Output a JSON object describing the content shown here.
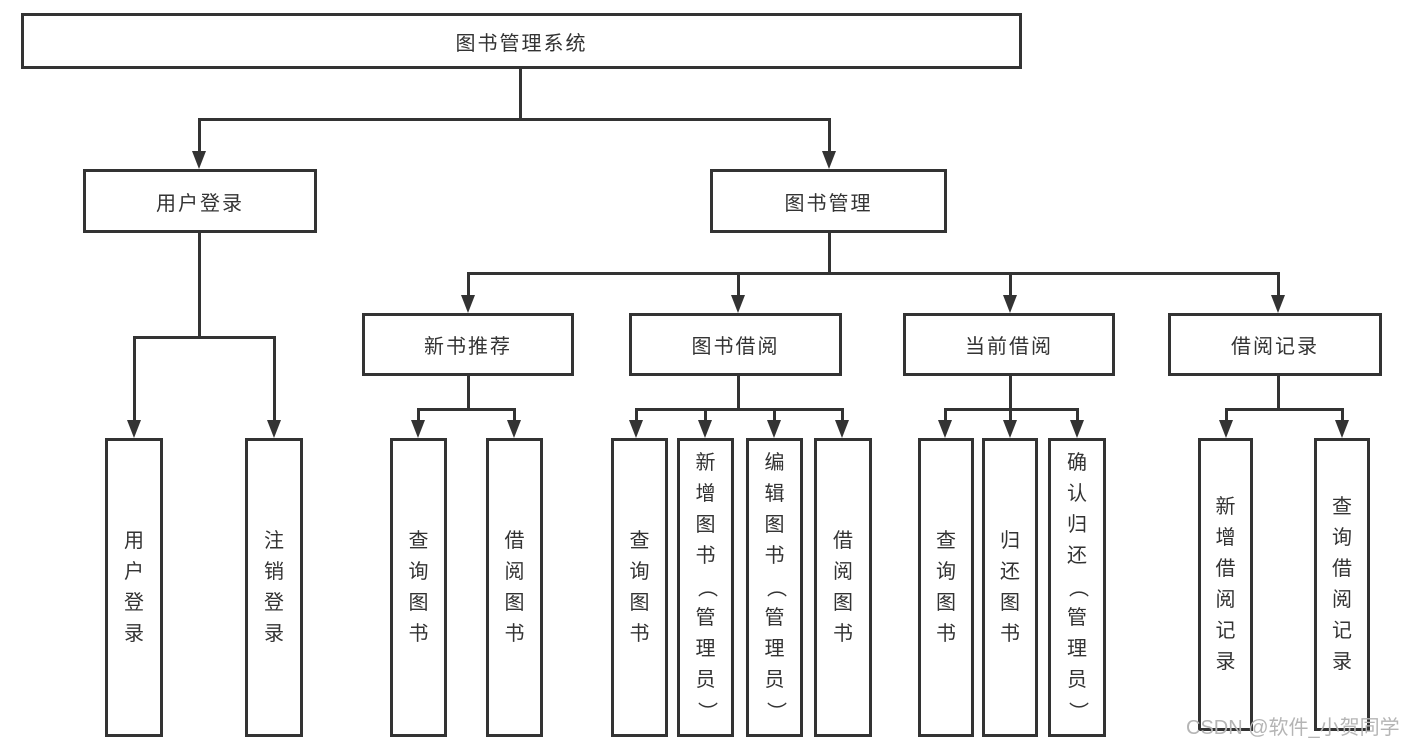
{
  "watermark": "CSDN @软件_小贺同学",
  "colors": {
    "line": "#333333",
    "text": "#333333",
    "watermark": "#b5b5b5",
    "background": "#ffffff"
  },
  "nodes": {
    "root": "图书管理系统",
    "userLogin": "用户登录",
    "bookMgmt": "图书管理",
    "newBookRec": "新书推荐",
    "bookBorrow": "图书借阅",
    "currentBorrow": "当前借阅",
    "borrowRecord": "借阅记录",
    "leafUserLogin": "用户登录",
    "leafLogout": "注销登录",
    "recQueryBook": "查询图书",
    "recBorrowBook": "借阅图书",
    "bbQueryBook": "查询图书",
    "bbAddBook": "新增图书（管理员）",
    "bbEditBook": "编辑图书（管理员）",
    "bbBorrowBook": "借阅图书",
    "cbQueryBook": "查询图书",
    "cbReturnBook": "归还图书",
    "cbConfirmReturn": "确认归还（管理员）",
    "brAddRecord": "新增借阅记录",
    "brQueryRecord": "查询借阅记录"
  }
}
